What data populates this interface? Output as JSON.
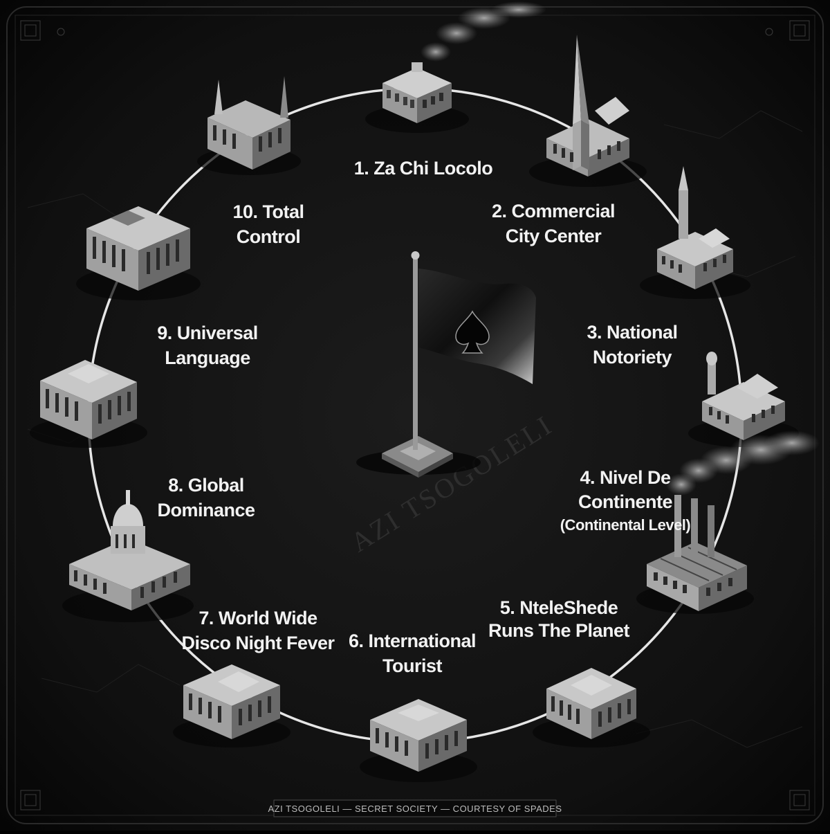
{
  "labels": {
    "step1": "1. Za Chi Locolo",
    "step2_line1": "2. Commercial",
    "step2_line2": "City Center",
    "step3_line1": "3. National",
    "step3_line2": "Notoriety",
    "step4_line1": "4. Nivel De",
    "step4_line2": "Continente",
    "step4_line3": "(Continental Level)",
    "step5_line1": "5. NteleShede",
    "step5_line2": "Runs The Planet",
    "step6_line1": "6. International",
    "step6_line2": "Tourist",
    "step7_line1": "7. World Wide",
    "step7_line2": "Disco Night Fever",
    "step8_line1": "8. Global",
    "step8_line2": "Dominance",
    "step9_line1": "9. Universal",
    "step9_line2": "Language",
    "step10_line1": "10. Total",
    "step10_line2": "Control"
  },
  "center": {
    "watermark": "AZI TSOGOLELI",
    "flag_icon": "spade-icon"
  },
  "footer": {
    "caption": "AZI TSOGOLELI — SECRET SOCIETY — COURTESY OF SPADES"
  },
  "colors": {
    "background": "#0d0d0d",
    "ring": "#e6e6e6",
    "building_light": "#cfcfcf",
    "building_mid": "#9a9a9a",
    "building_dark": "#5e5e5e",
    "flag": "#1a1a1a"
  }
}
